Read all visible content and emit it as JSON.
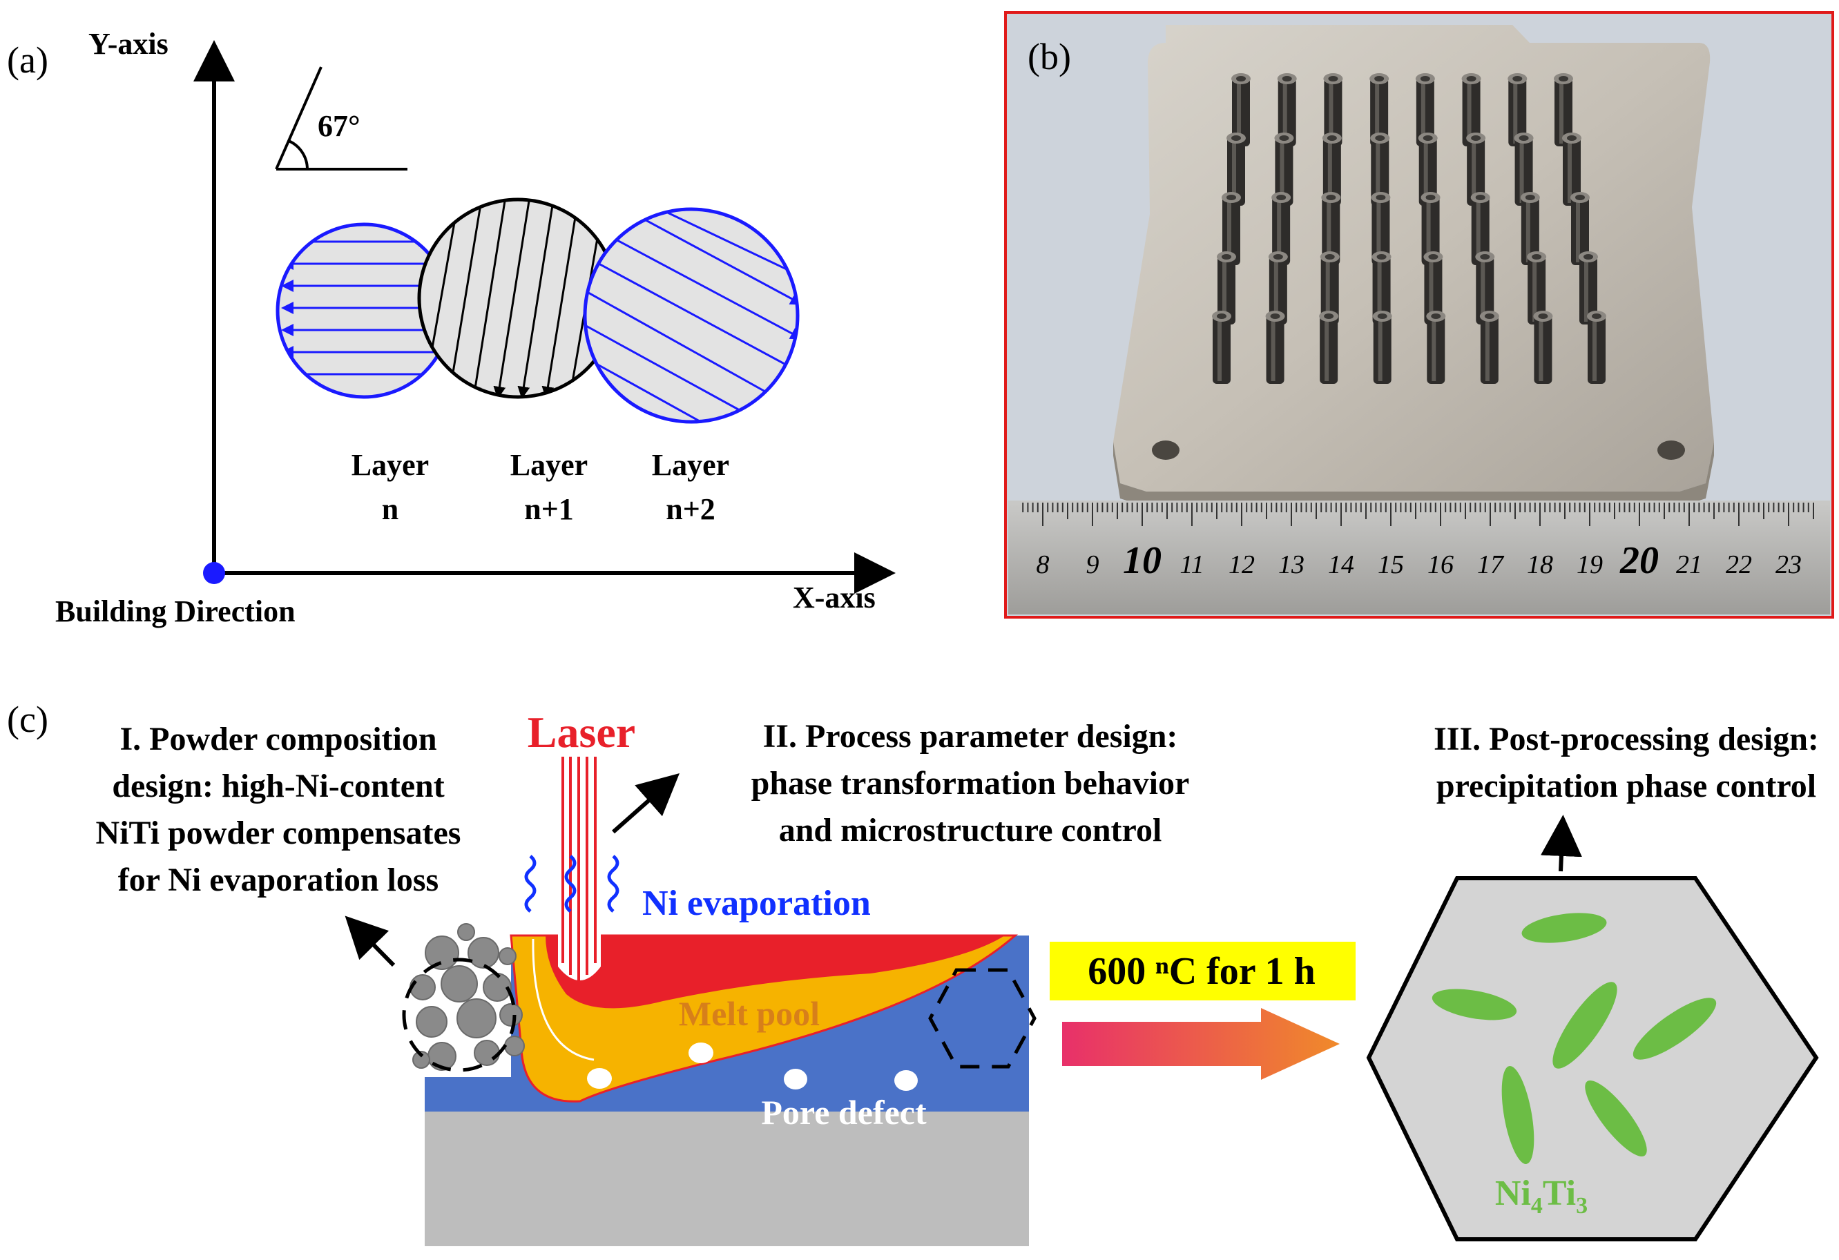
{
  "panel_a": {
    "label": "(a)",
    "y_axis": "Y-axis",
    "x_axis": "X-axis",
    "building_direction": "Building Direction",
    "angle": "67°",
    "layers": [
      {
        "line1": "Layer",
        "line2": "n",
        "color": "#1a1aff"
      },
      {
        "line1": "Layer",
        "line2": "n+1",
        "color": "#000000"
      },
      {
        "line1": "Layer",
        "line2": "n+2",
        "color": "#1a1aff"
      }
    ]
  },
  "panel_b": {
    "label": "(b)",
    "frame_color": "#e01a1a",
    "ruler_numbers": [
      "8",
      "9",
      "10",
      "11",
      "12",
      "13",
      "14",
      "15",
      "16",
      "17",
      "18",
      "19",
      "20",
      "21",
      "22",
      "23"
    ],
    "pillar_rows": 5,
    "pillar_cols": 8
  },
  "panel_c": {
    "label": "(c)",
    "step1": [
      "I. Powder composition",
      "design: high-Ni-content",
      "NiTi powder compensates",
      "for Ni evaporation loss"
    ],
    "laser": "Laser",
    "step2": [
      "II. Process parameter design:",
      "phase transformation behavior",
      "and microstructure control"
    ],
    "step3": [
      "III. Post-processing design:",
      "precipitation phase control"
    ],
    "ni_evaporation": "Ni evaporation",
    "melt_pool": "Melt pool",
    "pore_defect": "Pore defect",
    "heat_treatment": "600 ⁿC for 1 h",
    "precipitate_main": "Ni",
    "precipitate_sub1": "4",
    "precipitate_mid": "Ti",
    "precipitate_sub2": "3",
    "colors": {
      "laser_red": "#e8202a",
      "melt_orange": "#f6b300",
      "substrate_blue": "#4a72c8",
      "substrate_gray": "#bdbdbd",
      "precipitate_green": "#6cbd45",
      "highlight_yellow": "#ffff00",
      "evaporation_blue": "#1030ff"
    }
  }
}
